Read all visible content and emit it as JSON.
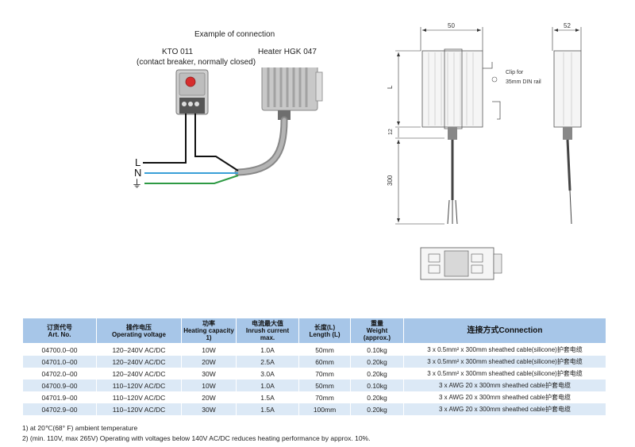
{
  "diagram": {
    "title": "Example of connection",
    "thermostat_name": "KTO 011",
    "thermostat_desc": "(contact breaker, normally closed)",
    "heater_name": "Heater HGK 047",
    "wire_L": "L",
    "wire_N": "N",
    "ground_symbol": "⏚"
  },
  "drawing": {
    "dim_width_front": "50",
    "dim_width_side": "52",
    "dim_height": "L",
    "dim_gap": "12",
    "dim_cable": "300",
    "clip_label_1": "Clip for",
    "clip_label_2": "35mm DIN rail"
  },
  "table": {
    "headers": [
      {
        "zh": "订货代号",
        "en": "Art. No."
      },
      {
        "zh": "操作电压",
        "en": "Operating voltage"
      },
      {
        "zh": "功率",
        "en": "Heating capacity 1)"
      },
      {
        "zh": "电流最大值",
        "en": "Inrush current max."
      },
      {
        "zh": "长度(L)",
        "en": "Length (L)"
      },
      {
        "zh": "重量",
        "en": "Weight (approx.)"
      },
      {
        "zh": "",
        "en": "连接方式Connection"
      }
    ],
    "rows": [
      {
        "art": "04700.0–00",
        "voltage": "120–240V AC/DC",
        "power": "10W",
        "current": "1.0A",
        "length": "50mm",
        "weight": "0.10kg",
        "connection": "3 x 0.5mm² x 300mm sheathed cable(silicone)护套电缆"
      },
      {
        "art": "04701.0–00",
        "voltage": "120–240V AC/DC",
        "power": "20W",
        "current": "2.5A",
        "length": "60mm",
        "weight": "0.20kg",
        "connection": "3 x 0.5mm² x 300mm sheathed cable(silicone)护套电缆"
      },
      {
        "art": "04702.0–00",
        "voltage": "120–240V AC/DC",
        "power": "30W",
        "current": "3.0A",
        "length": "70mm",
        "weight": "0.20kg",
        "connection": "3 x 0.5mm² x 300mm sheathed cable(silicone)护套电缆"
      },
      {
        "art": "04700.9–00",
        "voltage": "110–120V AC/DC",
        "power": "10W",
        "current": "1.0A",
        "length": "50mm",
        "weight": "0.10kg",
        "connection": "3 x AWG 20 x 300mm sheathed cable护套电缆"
      },
      {
        "art": "04701.9–00",
        "voltage": "110–120V AC/DC",
        "power": "20W",
        "current": "1.5A",
        "length": "70mm",
        "weight": "0.20kg",
        "connection": "3 x AWG 20 x 300mm sheathed cable护套电缆"
      },
      {
        "art": "04702.9–00",
        "voltage": "110–120V AC/DC",
        "power": "30W",
        "current": "1.5A",
        "length": "100mm",
        "weight": "0.20kg",
        "connection": "3 x AWG 20 x 300mm sheathed cable护套电缆"
      }
    ]
  },
  "notes": {
    "note1": "1) at 20℃(68° F) ambient temperature",
    "note2": "2) (min. 110V, max 265V) Operating with voltages below 140V AC/DC reduces heating performance by approx. 10%."
  },
  "colors": {
    "header_bg": "#a7c6e8",
    "row_alt": "#dce9f6",
    "wire_L": "#111111",
    "wire_N": "#3aa0d8",
    "wire_PE": "#2e9a44",
    "led": "#d62d2d"
  }
}
